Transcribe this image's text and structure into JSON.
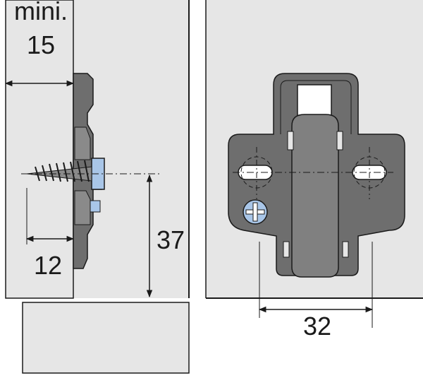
{
  "labels": {
    "mini": "mini.",
    "min_distance": "15",
    "depth": "12",
    "height": "37",
    "hole_spacing": "32"
  },
  "colors": {
    "panel": "#e6e6e6",
    "plate": "#6e6e6e",
    "plate_dark": "#555555",
    "screw_blue": "#a9c6e8",
    "line": "#1a1a1a"
  },
  "icons": {
    "screw": "cross-head-screw-icon"
  }
}
